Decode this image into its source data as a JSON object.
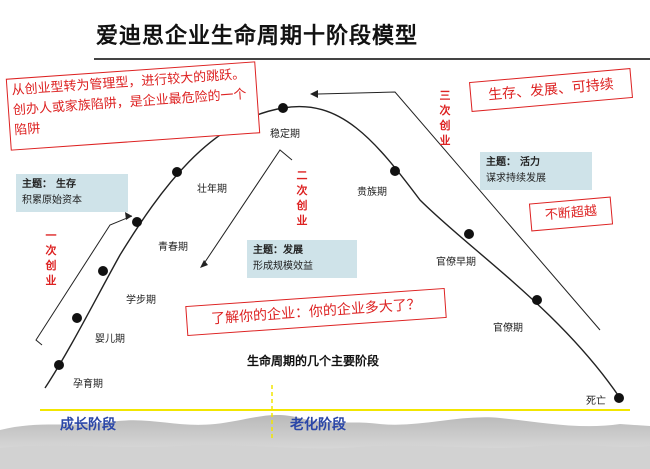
{
  "title": "爱迪思企业生命周期十阶段模型",
  "stages": {
    "yunyu": "孕育期",
    "yinger": "婴儿期",
    "xuebu": "学步期",
    "qingchun": "青春期",
    "zhuangnian": "壮年期",
    "wending": "稳定期",
    "guizu": "贵族期",
    "guanliao_early": "官僚早期",
    "guanliao": "官僚期",
    "siwang": "死亡"
  },
  "notes": {
    "trap": "从创业型转为管理型，进行较大的跳跃。创办人或家族陷阱，是企业最危险的一个陷阱",
    "survive_sustain": "生存、发展、可持续",
    "keep_excelling": "不断超越",
    "question": "了解你的企业：你的企业多大了？"
  },
  "ventures": {
    "first": "一次创业",
    "second": "二次创业",
    "third": "三次创业"
  },
  "themes": {
    "survive": {
      "label": "主题：",
      "keyword": "生存",
      "desc": "积累原始资本"
    },
    "develop": {
      "label": "主题：",
      "keyword": "发展",
      "desc": "形成规模效益"
    },
    "vitality": {
      "label": "主题：",
      "keyword": "活力",
      "desc": "谋求持续发展"
    }
  },
  "center_caption": "生命周期的几个主要阶段",
  "phases": {
    "growth": "成长阶段",
    "aging": "老化阶段"
  },
  "colors": {
    "accent_red": "#dd2222",
    "phase_blue": "#2a46a8",
    "theme_bg": "#cfe3e9",
    "phase_line": "#f2e600"
  }
}
